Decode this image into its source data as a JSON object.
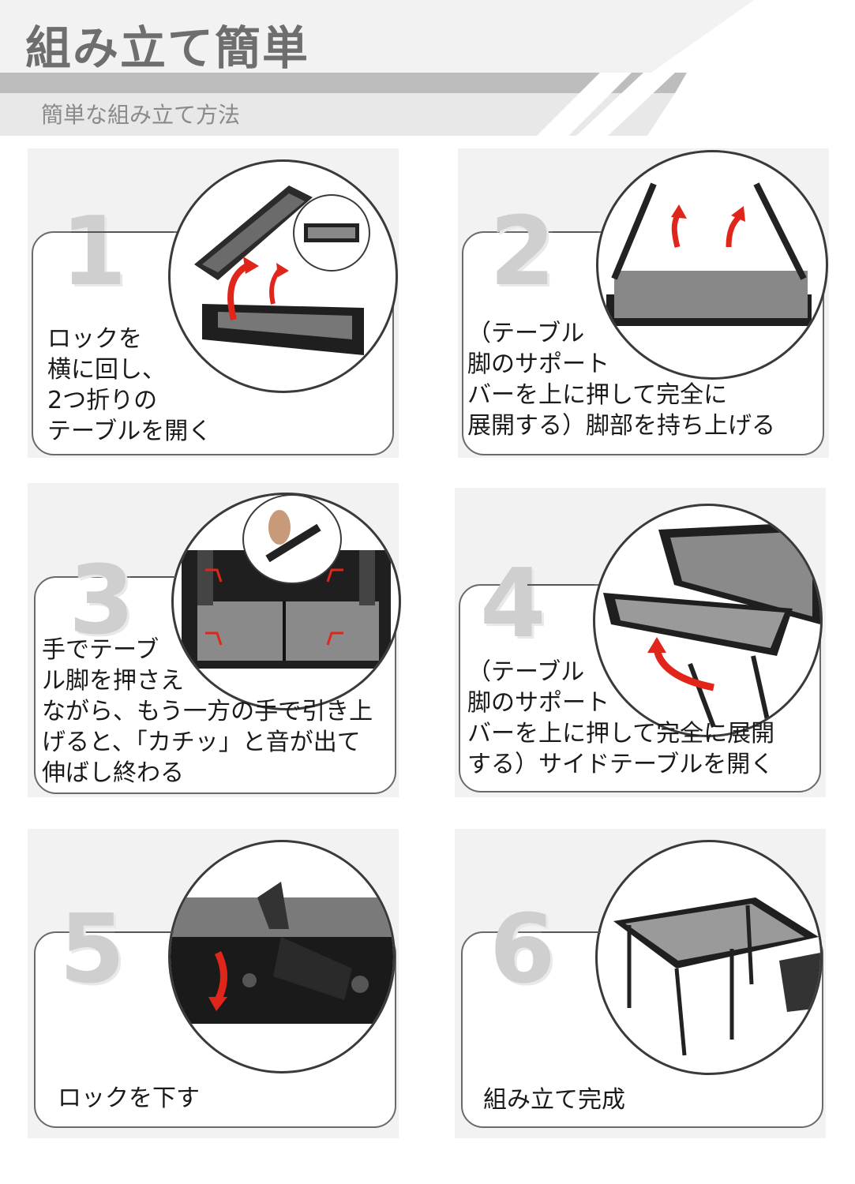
{
  "header": {
    "title": "組み立て簡単",
    "subtitle": "簡単な組み立て方法"
  },
  "steps": [
    {
      "number": "1",
      "lines": [
        "ロックを",
        "横に回し、",
        "2つ折りの",
        "テーブルを開く"
      ]
    },
    {
      "number": "2",
      "lines": [
        "（テーブル",
        "脚のサポート",
        "バーを上に押して完全に",
        "展開する）脚部を持ち上げる"
      ]
    },
    {
      "number": "3",
      "lines": [
        "手でテーブ",
        "ル脚を押さえ",
        "ながら、もう一方の手で引き上",
        "げると、「カチッ」と音が出て",
        "伸ばし終わる"
      ]
    },
    {
      "number": "4",
      "lines": [
        "（テーブル",
        "脚のサポート",
        "バーを上に押して完全に展開",
        "する）サイドテーブルを開く"
      ]
    },
    {
      "number": "5",
      "lines": [
        "ロックを下す"
      ]
    },
    {
      "number": "6",
      "lines": [
        "組み立て完成"
      ]
    }
  ],
  "colors": {
    "accent_arrow": "#e0261b",
    "header_band": "#bdbdbd",
    "card_bg": "#f2f2f2"
  }
}
